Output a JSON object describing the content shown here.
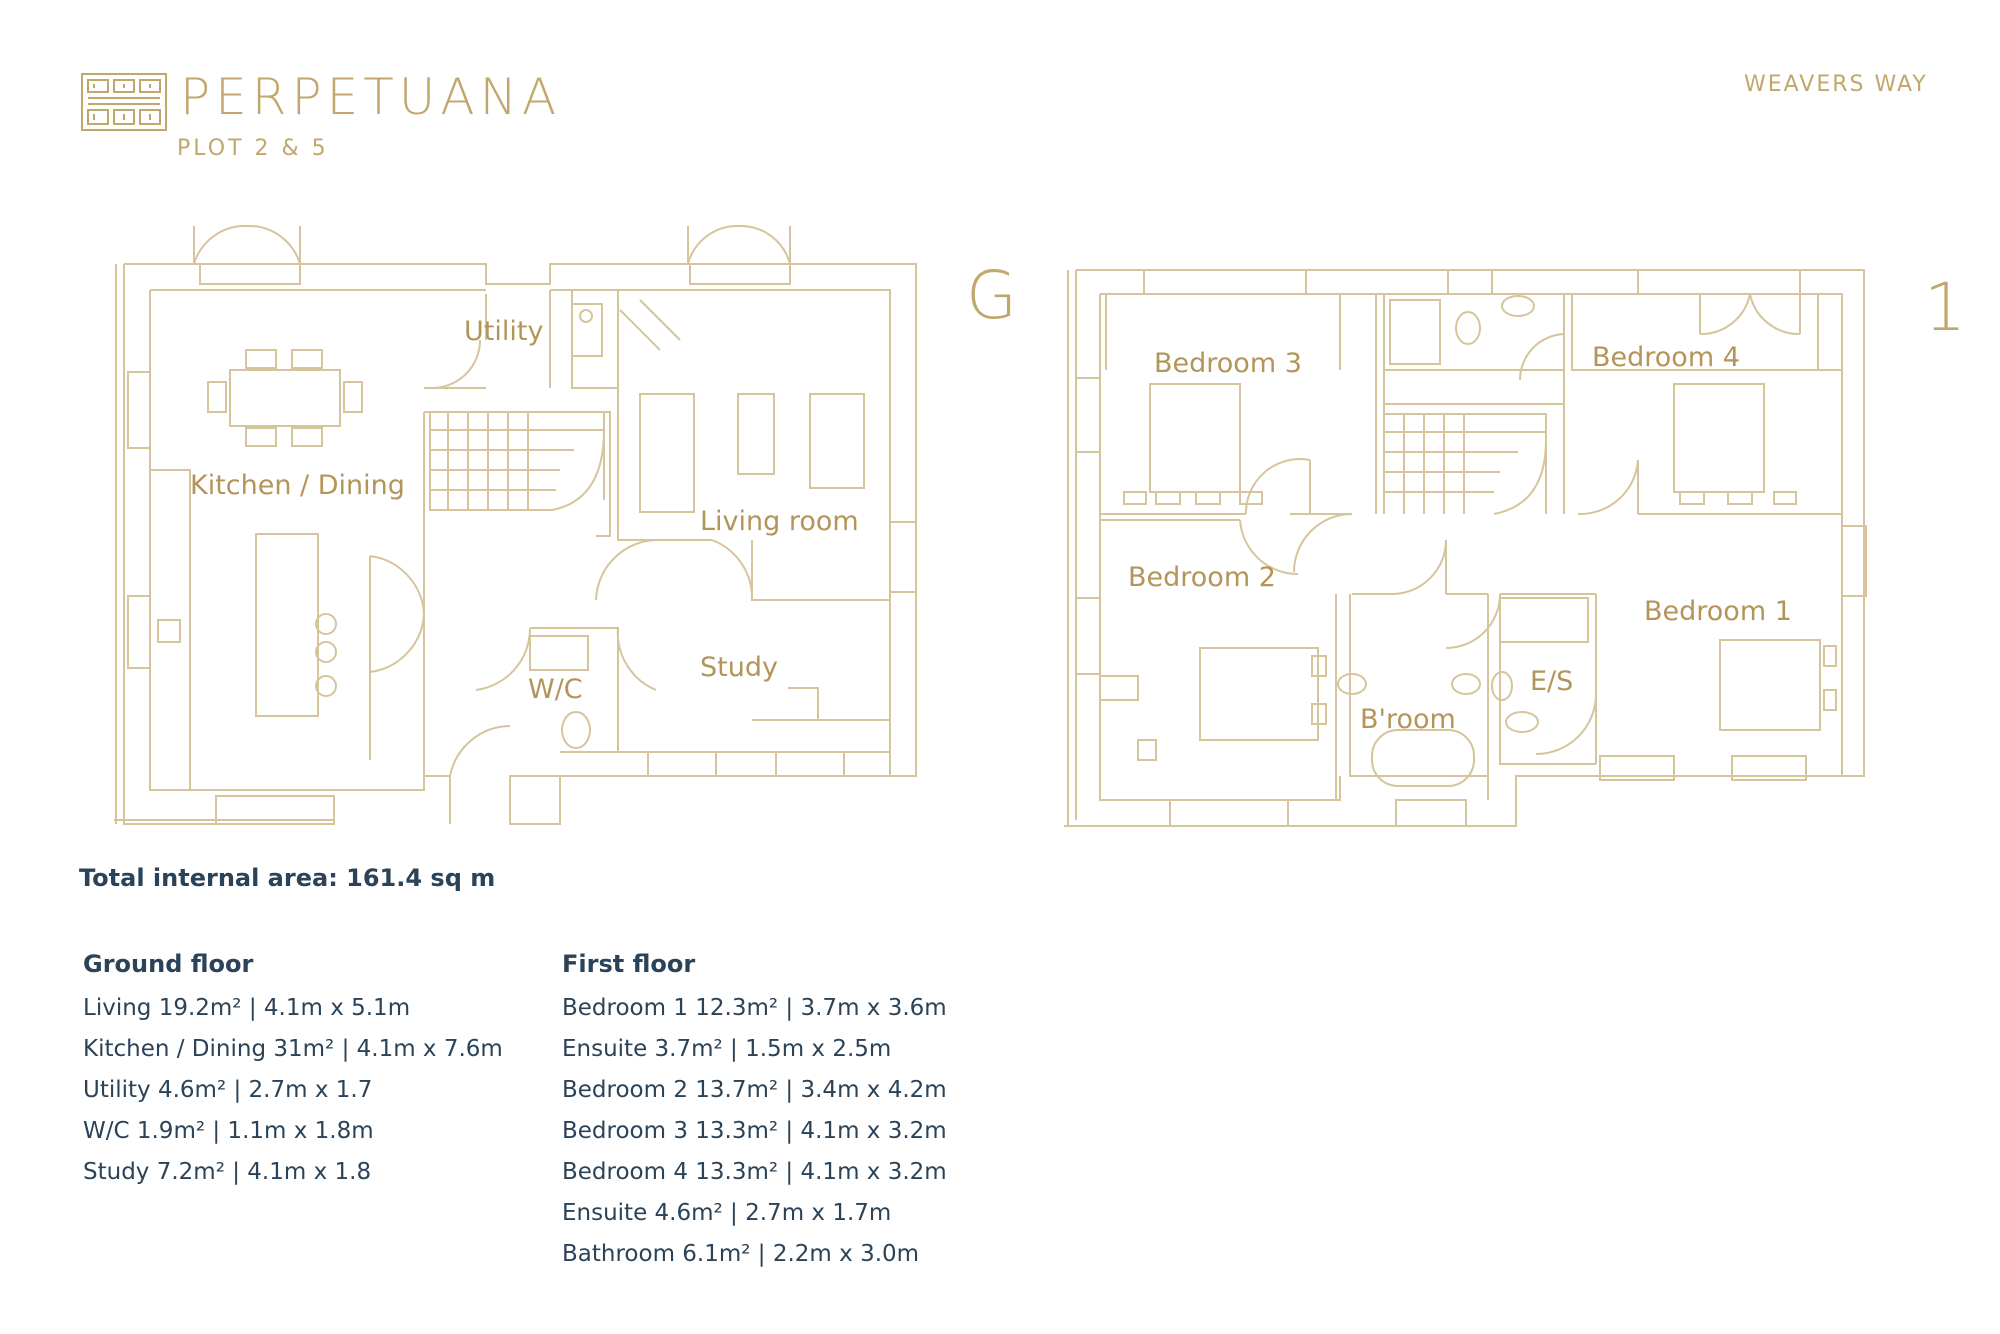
{
  "header": {
    "brand": "PERPETUANA",
    "plot": "PLOT 2 & 5",
    "location": "WEAVERS WAY"
  },
  "colors": {
    "accent_gold": "#c2a76d",
    "room_label": "#b39559",
    "line_color": "#d6c49c",
    "text_navy": "#2b4358"
  },
  "floor_markers": {
    "ground": "G",
    "first": "1"
  },
  "ground_floor_rooms": {
    "kitchen_dining": "Kitchen / Dining",
    "utility": "Utility",
    "living_room": "Living room",
    "wc": "W/C",
    "study": "Study"
  },
  "first_floor_rooms": {
    "bedroom3": "Bedroom 3",
    "bedroom4": "Bedroom 4",
    "bedroom2": "Bedroom 2",
    "bedroom1": "Bedroom 1",
    "bathroom": "B'room",
    "ensuite": "E/S"
  },
  "summary": {
    "total_area": "Total internal area: 161.4 sq m"
  },
  "ground_floor": {
    "heading": "Ground floor",
    "items": [
      "Living 19.2m² | 4.1m x 5.1m",
      "Kitchen / Dining 31m² | 4.1m x 7.6m",
      "Utility 4.6m² | 2.7m x 1.7",
      "W/C 1.9m² | 1.1m x 1.8m",
      "Study 7.2m² | 4.1m x 1.8"
    ]
  },
  "first_floor": {
    "heading": "First floor",
    "items": [
      "Bedroom 1 12.3m² | 3.7m x 3.6m",
      "Ensuite 3.7m² | 1.5m x 2.5m",
      "Bedroom 2 13.7m² | 3.4m x 4.2m",
      "Bedroom 3 13.3m² | 4.1m x 3.2m",
      "Bedroom 4 13.3m² | 4.1m x 3.2m",
      "Ensuite 4.6m² | 2.7m x 1.7m",
      "Bathroom 6.1m² | 2.2m x 3.0m"
    ]
  }
}
